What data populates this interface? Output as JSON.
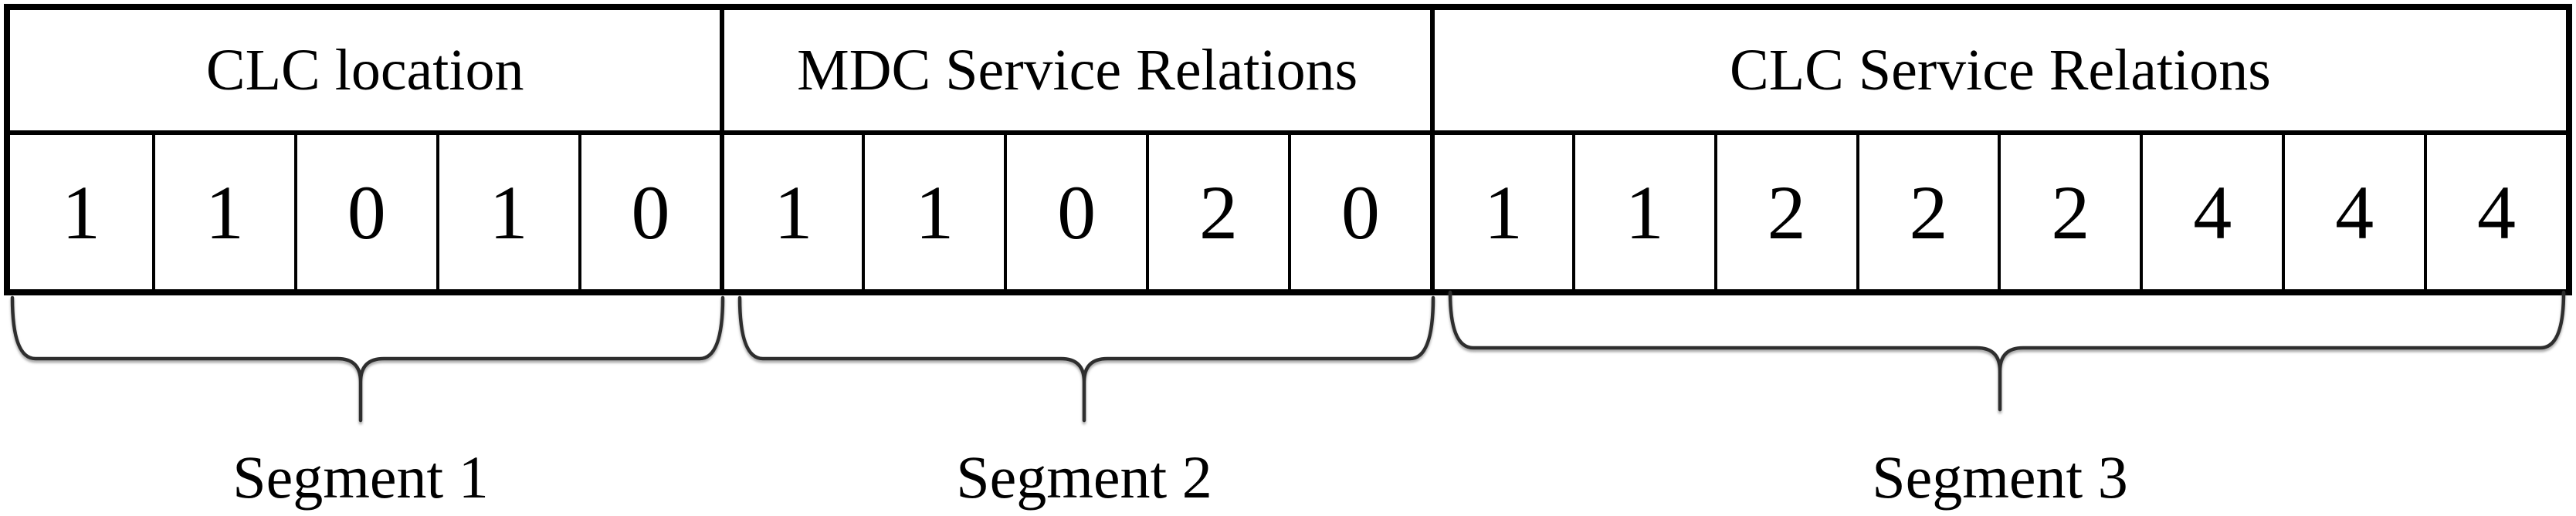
{
  "colors": {
    "background": "#ffffff",
    "table_border": "#000000",
    "text": "#000000",
    "brace": "#2e2e2e"
  },
  "segments": [
    {
      "header": "CLC location",
      "values": [
        "1",
        "1",
        "0",
        "1",
        "0"
      ],
      "label": "Segment 1",
      "cell_count": 5
    },
    {
      "header": "MDC Service Relations",
      "values": [
        "1",
        "1",
        "0",
        "2",
        "0"
      ],
      "label": "Segment 2",
      "cell_count": 5
    },
    {
      "header": "CLC Service Relations",
      "values": [
        "1",
        "1",
        "2",
        "2",
        "2",
        "4",
        "4",
        "4"
      ],
      "label": "Segment 3",
      "cell_count": 8
    }
  ]
}
